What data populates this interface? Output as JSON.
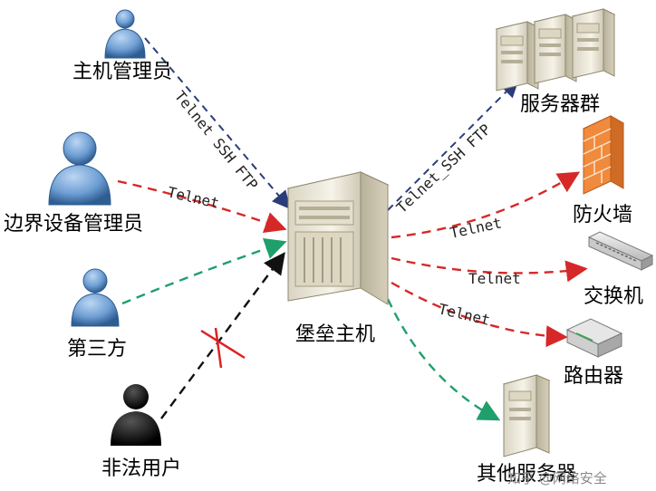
{
  "center": {
    "label": "堡垒主机"
  },
  "actors": {
    "host_admin": "主机管理员",
    "border_admin": "边界设备管理员",
    "third_party": "第三方",
    "illegal_user": "非法用户"
  },
  "targets": {
    "server_group": "服务器群",
    "firewall": "防火墙",
    "switch": "交换机",
    "router": "路由器",
    "other_servers": "其他服务器"
  },
  "protocols": {
    "host_admin_link": "Telnet SSH FTP",
    "border_admin_link": "Telnet",
    "server_group_link": "Telnet_SSH FTP",
    "firewall_link": "Telnet",
    "switch_link": "Telnet",
    "router_link": "Telnet"
  },
  "watermark": "知乎 @网络安全",
  "colors": {
    "user_blue": "#6f9fd4",
    "user_blue_dark": "#2e5d92",
    "illegal_black": "#111111",
    "red_link": "#d62828",
    "green_link": "#1f9f6b",
    "navy_link": "#2a3d7a",
    "black_link": "#111111",
    "brick": "#f08a3c"
  },
  "icons": {
    "users": "person-icon",
    "illegal": "person-black-icon",
    "bastion": "tower-server-icon",
    "servers": "server-icon",
    "firewall": "firewall-icon",
    "switch": "switch-icon",
    "router": "router-icon",
    "blocked": "red-x-icon"
  }
}
